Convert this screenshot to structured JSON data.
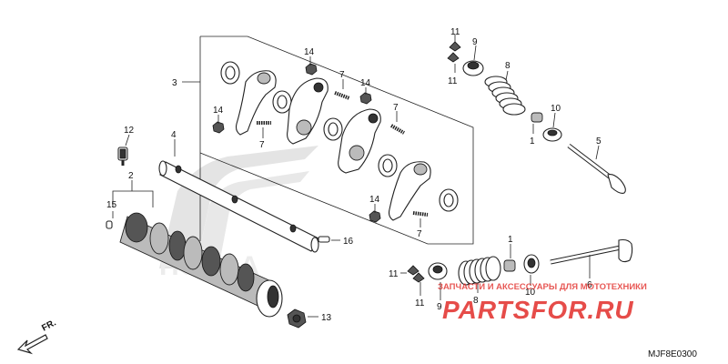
{
  "watermark": {
    "tagline": "ЗАПЧАСТИ И АКСЕССУАРЫ ДЛЯ МОТОТЕХНИКИ",
    "brand": "PARTSFOR.RU",
    "brand_color": "#e0201c",
    "emblem_text": "HONDA"
  },
  "callouts": {
    "c1": "11",
    "c2": "9",
    "c3": "11",
    "c4": "8",
    "c5": "3",
    "c6": "14",
    "c7": "7",
    "c8": "14",
    "c9": "7",
    "c10": "14",
    "c11": "7",
    "c12": "10",
    "c13": "1",
    "c14": "5",
    "c15": "12",
    "c16": "4",
    "c17": "2",
    "c18": "15",
    "c19": "14",
    "c20": "7",
    "c21": "16",
    "c22": "1",
    "c23": "11",
    "c24": "10",
    "c25": "6",
    "c26": "11",
    "c27": "8",
    "c28": "9",
    "c29": "13"
  },
  "direction_label": "FR.",
  "diagram_code": "MJF8E0300"
}
